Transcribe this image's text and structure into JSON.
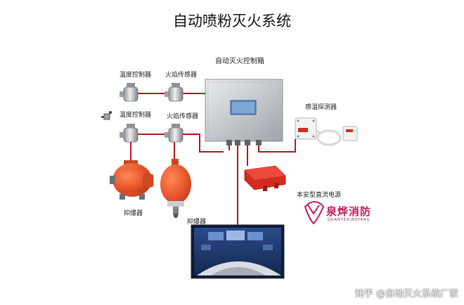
{
  "title": "自动喷粉灭火系统",
  "labels": {
    "control_box": "自动灭火控制箱",
    "temp_controller_1": "温度控制器",
    "flame_sensor_1": "火焰传感器",
    "temp_controller_2": "温度控制器",
    "flame_sensor_2": "火焰传感器",
    "temp_detector": "感温探测器",
    "suppressor_1": "抑爆器",
    "suppressor_2": "抑爆器",
    "power_supply": "本安型直流电源"
  },
  "logo": {
    "text": "泉烨消防",
    "sub": "QUANYEXIAOFANG"
  },
  "watermark": "知乎 @自动灭火系统厂家",
  "colors": {
    "wire": "#b3161c",
    "steel": "#c9ccd0",
    "orange": "#e8542a",
    "red_box": "#d42b1f",
    "brand": "#c2185b"
  }
}
